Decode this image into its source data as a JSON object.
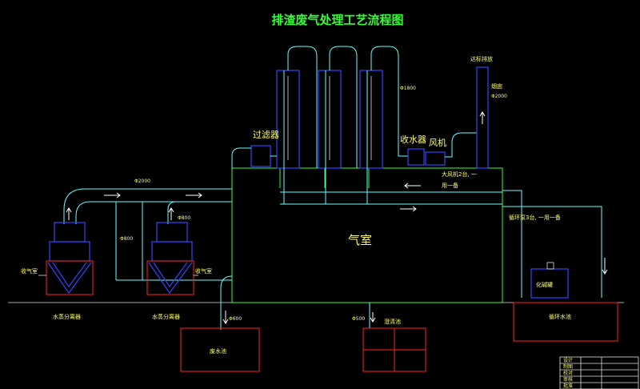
{
  "title": "排渣废气处理工艺流程图",
  "labels": {
    "chimney_discharge": "达标排放",
    "chimney": "烟囱",
    "chimney_dia": "Φ2000",
    "filter": "过滤器",
    "collector": "收水器",
    "fan": "风机",
    "pipe_1800": "Φ1800",
    "pipe_2000": "Φ2000",
    "pipe_800_a": "Φ800",
    "pipe_800_b": "Φ800",
    "fan_note_1": "大风机2台, 一",
    "fan_note_2": "用一备",
    "pump_note": "循环泵3台, 一用一备",
    "gas_chamber": "气室",
    "gas_intake_left": "收气室",
    "gas_intake_right": "收气室",
    "separator_left": "水蒸分离器",
    "separator_right": "水蒸分离器",
    "wastewater_pool": "废水池",
    "wastewater_pipe": "Φ600",
    "sediment_pool": "澄清池",
    "sediment_pipe": "Φ500",
    "alkali_tank": "化碱罐",
    "circulation_pool": "循环水池"
  },
  "title_block": [
    "设计",
    "制图",
    "校对",
    "审核",
    "批准"
  ],
  "colors": {
    "background": "#000000",
    "pipe": "#66ffff",
    "equipment": "#3344ff",
    "chamber": "#33ff33",
    "pool": "#ff2222",
    "text": "#ffff66",
    "title": "#33ff33"
  }
}
